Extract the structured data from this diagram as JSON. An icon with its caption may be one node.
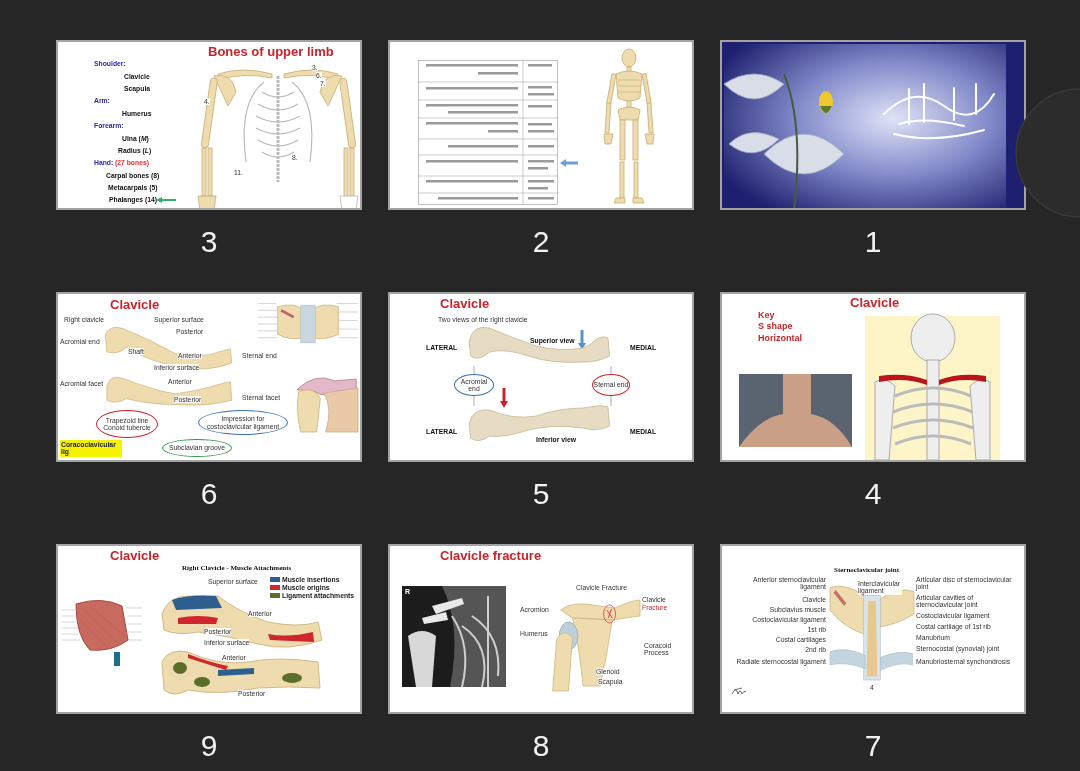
{
  "diagram": {
    "nodes": [
      {
        "text": [
          "Bones of upper limb"
        ],
        "beside": [
          "3"
        ]
      },
      {
        "text": [],
        "shape": "box",
        "beside": [
          "2"
        ]
      },
      {
        "text": [],
        "shape": "picture",
        "beside": [
          "1"
        ]
      },
      {
        "text": [
          "Clavicle"
        ],
        "beside": [
          "6"
        ]
      },
      {
        "text": [
          "Clavicle"
        ],
        "beside": [
          "5"
        ]
      },
      {
        "text": [
          "Clavicle"
        ],
        "beside": [
          "4"
        ]
      },
      {
        "text": [
          "Clavicle"
        ],
        "beside": [
          "9"
        ]
      },
      {
        "text": [
          "Clavicle fracture"
        ],
        "beside": [
          "8"
        ]
      },
      {
        "text": [
          "Sternoclavicular joint"
        ],
        "beside": [
          "7"
        ]
      },
      {
        "text": [
          "Impression for costoclavicular ligament"
        ],
        "in": 3
      },
      {
        "text": [
          "Trapezoid line",
          "Conoid tubercle"
        ],
        "in": 3
      },
      {
        "text": [
          "Subclavian groove"
        ],
        "in": 3
      },
      {
        "text": [
          "Coracoclavicular lig"
        ],
        "in": 3
      },
      {
        "text": [
          "Acromial end"
        ],
        "in": 4
      },
      {
        "text": [
          "Sternal end"
        ],
        "in": 4
      },
      {
        "text": [],
        "shape": "picture",
        "in": 4
      },
      {
        "text": [],
        "shape": "picture",
        "in": 4
      }
    ],
    "edges": [
      {
        "from": 13,
        "to": 15,
        "arrow": "none"
      },
      {
        "from": 13,
        "to": 16,
        "arrow": "none"
      },
      {
        "from": 14,
        "to": 15,
        "arrow": "none"
      },
      {
        "from": 14,
        "to": 16,
        "arrow": "none"
      }
    ],
    "labels": [
      "Shoulder:",
      "Clavicle",
      "Scapula",
      "Arm:",
      "Humerus",
      "Forearm:",
      "Ulna (*M*)",
      "Radius (*L*)",
      "Hand:",
      "(27 bones)",
      "Carpal bones (8)",
      "Metacarpals (5)",
      "Phalanges (14)",
      "3.",
      "6.",
      "7.",
      "4.",
      "8.",
      "11.",
      "Right clavicle",
      "Superior surface",
      "Acromial end",
      "Posterior",
      "Shaft",
      "Anterior",
      "Sternal end",
      "Inferior surface",
      "Acromial facet",
      "Anterior",
      "Posterior",
      "Sternal facet",
      "Two views of the right clavicle",
      "LATERAL",
      "Superior view",
      "MEDIAL",
      "LATERAL",
      "Inferior view",
      "MEDIAL",
      "Key",
      "S shape",
      "Horizontal",
      "Right Clavicle - Muscle Attachments",
      "Superior surface",
      "Anterior",
      "Posterior",
      "Inferior surface",
      "Anterior",
      "Posterior",
      "R",
      "Clavicle Fracture",
      "Clavicle",
      "Fracture",
      "Acromion",
      "Humerus",
      "Coracoid Process",
      "Glenoid",
      "Scapula",
      "Anterior sternoclavicular ligament",
      "Clavicle",
      "Subclavius muscle",
      "Costoclavicular ligament",
      "1st rib",
      "Costal cartilages",
      "2nd rib",
      "Radiate sternocostal ligament",
      "Interclavicular ligament",
      "Articular disc of sternoclavicular joint",
      "Articular cavities of sternoclavicular joint",
      "Costoclavicular ligament",
      "Costal cartilage of 1st rib",
      "Manubrium",
      "Sternocostal (synovial) joint",
      "Manubriosternal synchondrosis",
      "4"
    ],
    "legend": [
      {
        "text": "Muscle insertions",
        "color": "#2f5f8f"
      },
      {
        "text": "Muscle origins",
        "color": "#d0262e"
      },
      {
        "text": "Ligament attachments",
        "color": "#5b6f2b"
      }
    ]
  }
}
